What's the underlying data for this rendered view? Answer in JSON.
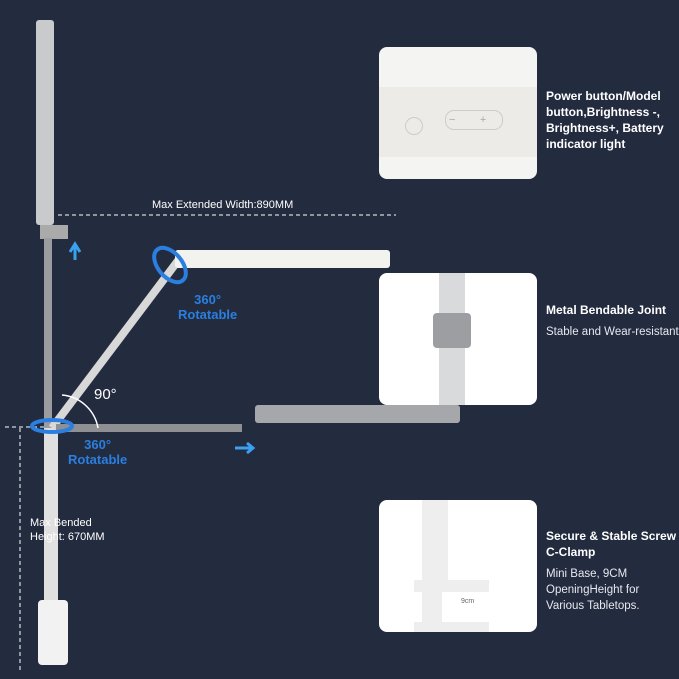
{
  "width_label": "Max Extended Width:890MM",
  "height_label": "Max Bended Height: 670MM",
  "angle_label": "90°",
  "rotate_top": {
    "deg": "360°",
    "word": "Rotatable"
  },
  "rotate_bottom": {
    "deg": "360°",
    "word": "Rotatable"
  },
  "features": [
    {
      "title": "Power button/Model button,Brightness -, Brightness+, Battery indicator light",
      "desc": ""
    },
    {
      "title": "Metal Bendable Joint",
      "desc": "Stable and Wear-resistant"
    },
    {
      "title": "Secure & Stable Screw C-Clamp",
      "desc": "Mini Base, 9CM OpeningHeight for Various Tabletops."
    }
  ],
  "clamp_dim": "9cm",
  "colors": {
    "background": "#232b3f",
    "accent": "#2a7fe0"
  }
}
